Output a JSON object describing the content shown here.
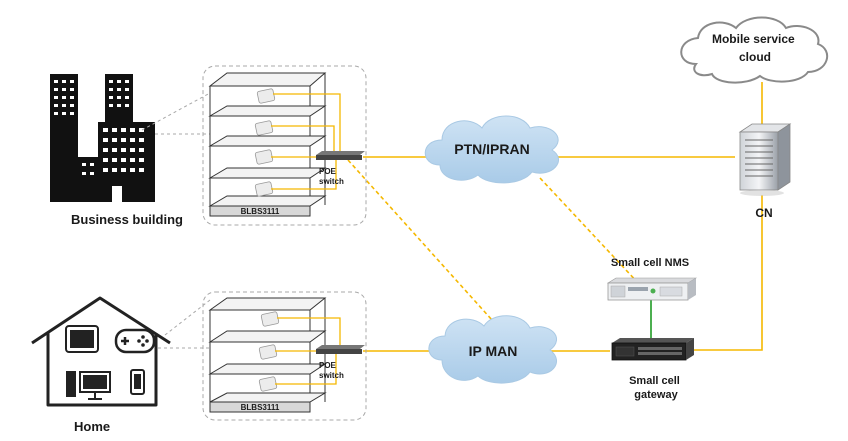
{
  "labels": {
    "mobile_cloud": [
      "Mobile service",
      "cloud"
    ],
    "ptn_ipran": "PTN/IPRAN",
    "ip_man": "IP MAN",
    "cn": "CN",
    "small_cell_nms": "Small cell NMS",
    "small_cell_gateway": [
      "Small cell",
      "gateway"
    ],
    "business_building": "Business building",
    "home": "Home",
    "poe_switch_top": [
      "POE",
      "switch"
    ],
    "poe_switch_bottom": [
      "POE",
      "switch"
    ],
    "rack_top": "BLBS3111",
    "rack_bottom": "BLBS3111"
  },
  "colors": {
    "link": "#f5b800",
    "cloud_fill": "#bcd9f0",
    "cloud_stroke": "#a9c9e4",
    "nms_link": "#4caf50",
    "dashed_border": "#a8a8a8",
    "building": "#111111"
  },
  "icons": {
    "business": "office-building-icon",
    "home": "house-icon",
    "tablet": "tablet-icon",
    "gamepad": "gamepad-icon",
    "pc": "desktop-computer-icon",
    "phone": "mobile-phone-icon",
    "server": "server-icon",
    "switch": "poe-switch-icon"
  }
}
